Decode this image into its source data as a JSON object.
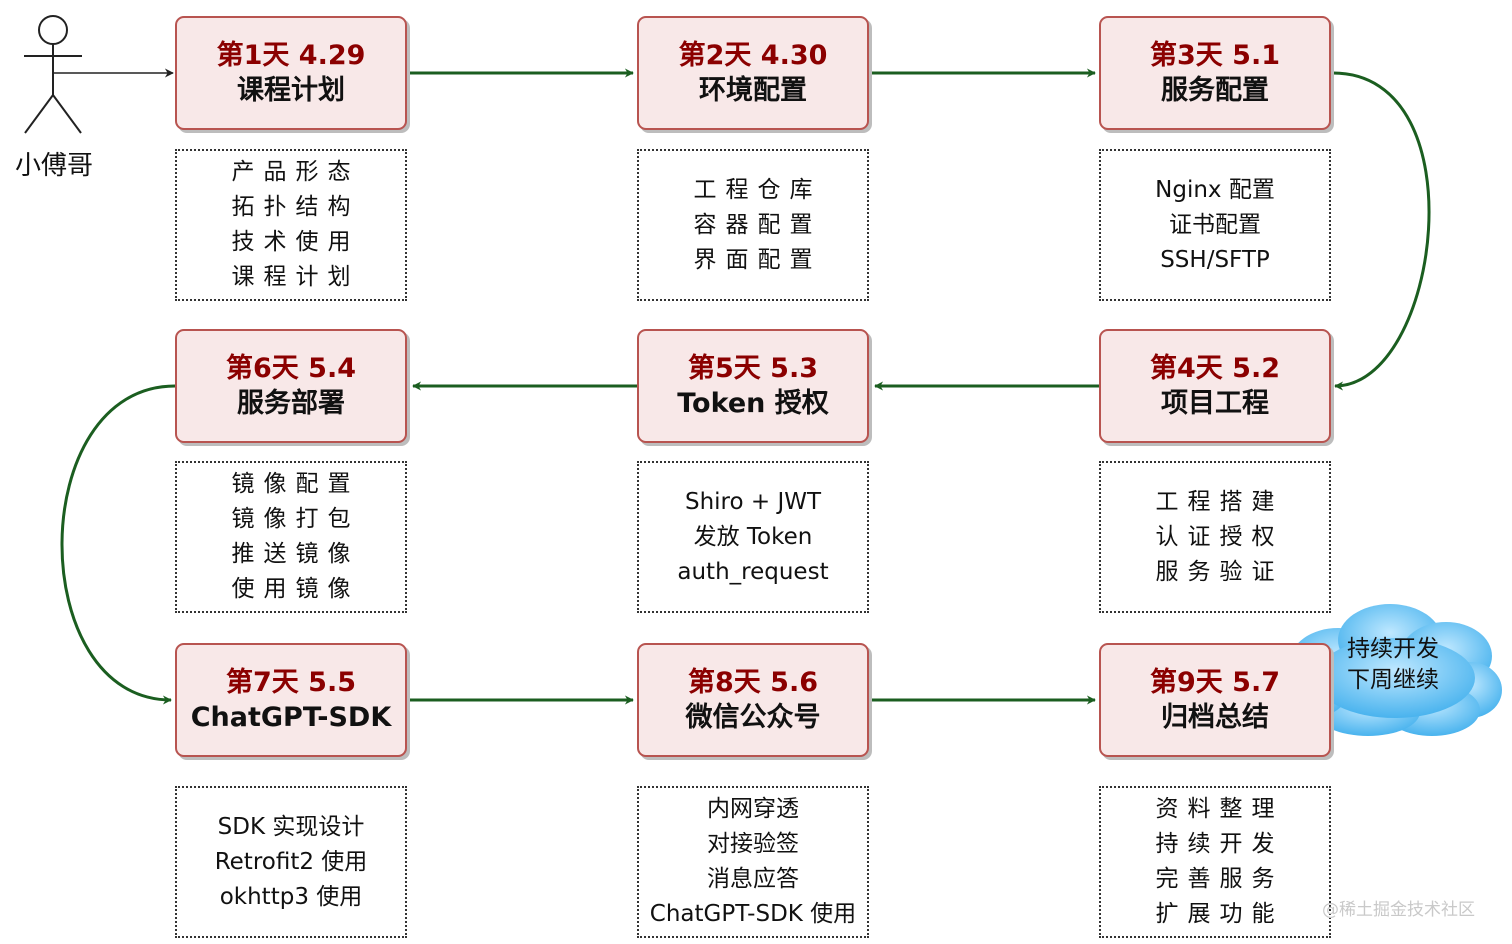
{
  "actor": {
    "label": "小傅哥"
  },
  "days": [
    {
      "day": "第1天 4.29",
      "title": "课程计划",
      "notes": [
        "产品形态",
        "拓扑结构",
        "技术使用",
        "课程计划"
      ],
      "spaced": true
    },
    {
      "day": "第2天 4.30",
      "title": "环境配置",
      "notes": [
        "工程仓库",
        "容器配置",
        "界面配置"
      ],
      "spaced": true
    },
    {
      "day": "第3天 5.1",
      "title": "服务配置",
      "notes": [
        "Nginx 配置",
        "证书配置",
        "SSH/SFTP"
      ],
      "spaced": false
    },
    {
      "day": "第4天 5.2",
      "title": "项目工程",
      "notes": [
        "工程搭建",
        "认证授权",
        "服务验证"
      ],
      "spaced": true
    },
    {
      "day": "第5天 5.3",
      "title": "Token 授权",
      "notes": [
        "Shiro + JWT",
        "发放 Token",
        "auth_request"
      ],
      "spaced": false
    },
    {
      "day": "第6天 5.4",
      "title": "服务部署",
      "notes": [
        "镜像配置",
        "镜像打包",
        "推送镜像",
        "使用镜像"
      ],
      "spaced": true
    },
    {
      "day": "第7天 5.5",
      "title": "ChatGPT-SDK",
      "notes": [
        "SDK 实现设计",
        "Retrofit2 使用",
        "okhttp3 使用"
      ],
      "spaced": false
    },
    {
      "day": "第8天 5.6",
      "title": "微信公众号",
      "notes": [
        "内网穿透",
        "对接验签",
        "消息应答",
        "ChatGPT-SDK 使用"
      ],
      "spaced": false
    },
    {
      "day": "第9天 5.7",
      "title": "归档总结",
      "notes": [
        "资料整理",
        "持续开发",
        "完善服务",
        "扩展功能"
      ],
      "spaced": true
    }
  ],
  "cloud": {
    "lines": [
      "持续开发",
      "下周继续"
    ]
  },
  "watermark": "@稀土掘金技术社区",
  "colors": {
    "box_fill": "#f8e8e8",
    "box_border": "#b85450",
    "day_text": "#8b0000",
    "arrow": "#1b5e20",
    "cloud": "#4fb8f0"
  }
}
